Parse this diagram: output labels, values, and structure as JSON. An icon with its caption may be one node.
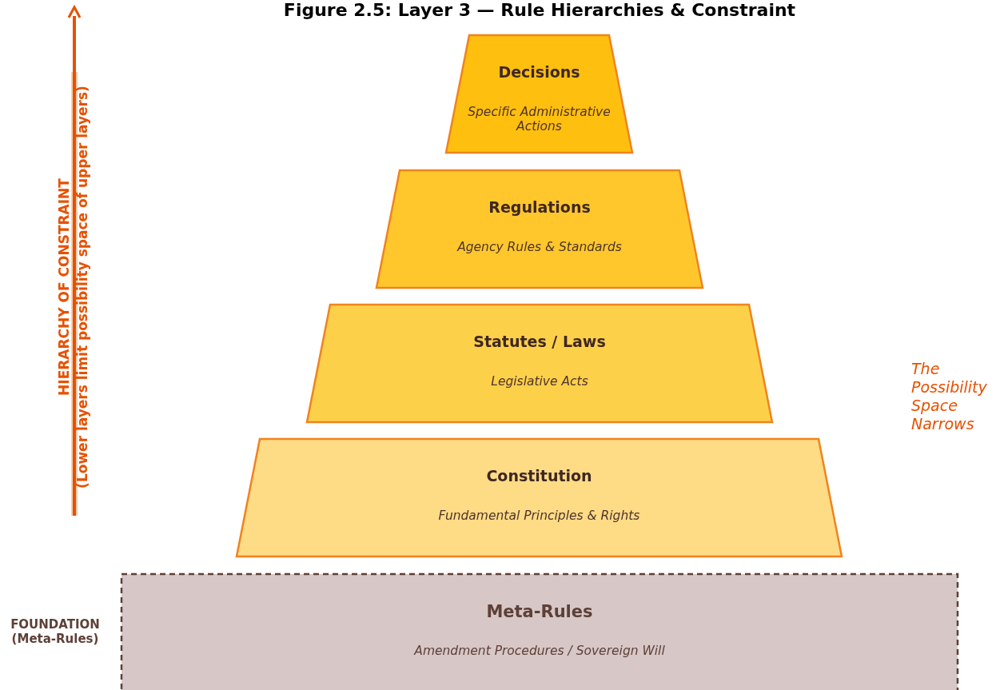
{
  "diagram": {
    "title": "Figure 2.5: Layer 3 — Rule Hierarchies & Constraint",
    "nodes": [
      {
        "text": [
          "Decisions",
          "Specific Administrative Actions"
        ]
      },
      {
        "text": [
          "Regulations",
          "Agency Rules & Standards"
        ]
      },
      {
        "text": [
          "Statutes / Laws",
          "Legislative Acts"
        ]
      },
      {
        "text": [
          "Constitution",
          "Fundamental Principles & Rights"
        ]
      },
      {
        "text": [
          "Meta-Rules",
          "Amendment Procedures / Sovereign Will"
        ]
      }
    ],
    "edges": [],
    "labels": [
      "HIERARCHY OF CONSTRAINT",
      "(Lower layers limit possibility space of upper layers)",
      "The Possibility Space Narrows",
      "FOUNDATION (Meta-Rules)"
    ]
  }
}
